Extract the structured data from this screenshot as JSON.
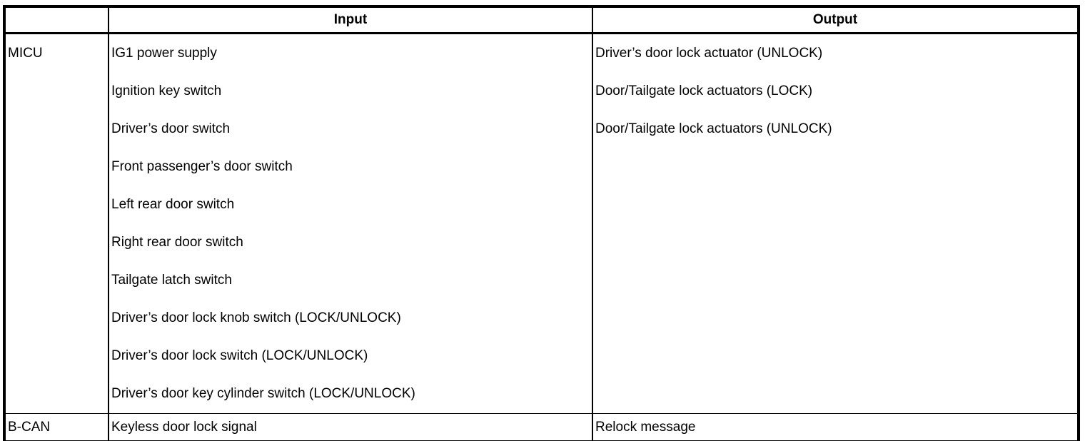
{
  "table": {
    "headers": {
      "source": "",
      "input": "Input",
      "output": "Output"
    },
    "rows": [
      {
        "source": "MICU",
        "inputs": [
          "IG1 power supply",
          "Ignition key switch",
          "Driver’s door switch",
          "Front passenger’s door switch",
          "Left rear door switch",
          "Right rear door switch",
          "Tailgate latch switch",
          "Driver’s door lock knob switch (LOCK/UNLOCK)",
          "Driver’s door lock switch (LOCK/UNLOCK)",
          "Driver’s door key cylinder switch (LOCK/UNLOCK)"
        ],
        "outputs": [
          "Driver’s door lock actuator (UNLOCK)",
          "Door/Tailgate lock actuators (LOCK)",
          "Door/Tailgate lock actuators (UNLOCK)"
        ]
      },
      {
        "source": "B-CAN",
        "inputs": [
          "Keyless door lock signal"
        ],
        "outputs": [
          "Relock message"
        ]
      }
    ],
    "colors": {
      "border": "#000000",
      "background": "#ffffff",
      "text": "#000000"
    }
  }
}
